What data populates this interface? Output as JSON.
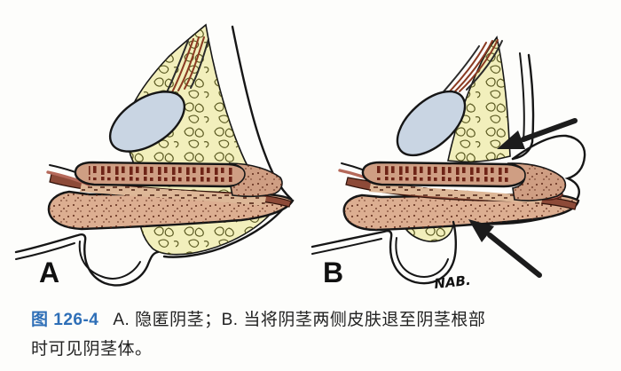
{
  "figure_caption": {
    "number_label": "图 126-4",
    "line1_rest": "A. 隐匿阴茎；B. 当将阴茎两侧皮肤退至阴茎根部",
    "line2": "时可见阴茎体。",
    "number_color": "#2e6fb7"
  },
  "panel_a": {
    "label": "A"
  },
  "panel_b": {
    "label": "B",
    "signature": "NAB."
  },
  "colors": {
    "background": "#fdfdfb",
    "fat": "#f2efbc",
    "fat_scribble": "#4a4a12",
    "skin_line": "#161616",
    "pubis_fill": "#c9d5e3",
    "muscle_fiber": "#8a3a22",
    "muscle_fiber_dark": "#2b2b2b",
    "cavernosum": "#cf9e83",
    "stripe": "#6e2417",
    "thin_band": "#ddb797",
    "dash": "#4a1d10",
    "urethra": "#8d4a38",
    "spongiosum": "#dcae91",
    "speckle": "#5c2716",
    "glans_oval": "#b5695a",
    "arrow": "#1c1c1c"
  }
}
